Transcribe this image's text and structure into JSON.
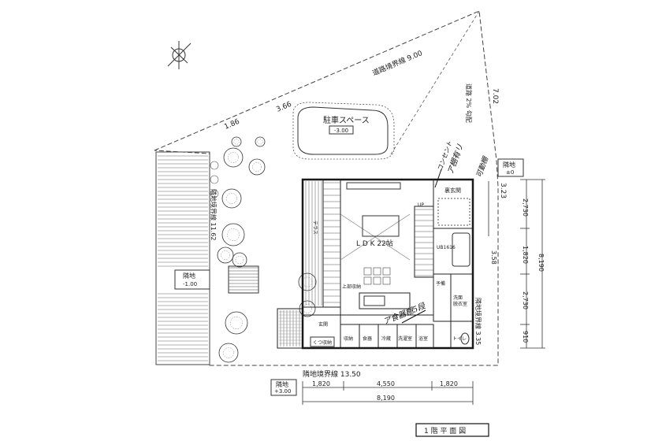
{
  "title_block": {
    "label": "1 階 平 面 図"
  },
  "site": {
    "road_boundary": "道路境界線 9.00",
    "neighbor_boundary_bottom": "隣地境界線 13.50",
    "neighbor_boundary_left": "隣地境界線 11.62",
    "neighbor_boundary_right": "隣地境界線 3.35",
    "road_slope": "道路 2% 勾配",
    "seg_186": "1.86",
    "seg_366": "3.66",
    "seg_702": "7.02",
    "seg_323": "3.23"
  },
  "parking": {
    "label": "駐車スペース",
    "level": "-3.00"
  },
  "neighbors": [
    {
      "name": "隣地",
      "level": "±0"
    },
    {
      "name": "隣地",
      "level": "-1.00"
    },
    {
      "name": "隣地",
      "level": "+3.00"
    }
  ],
  "rooms": {
    "ldk": "L D K  22帖",
    "entrance": "玄関",
    "shoe_storage": "くつ収納",
    "storage": "収納",
    "pantry": "食器",
    "fridge": "冷蔵",
    "laundry_room": "洗濯室",
    "bath": "浴室",
    "unit_bath": "UB1616",
    "washroom": "洗面\n脱衣室",
    "toilet": "トイレ",
    "reserve": "予備",
    "up": "UP",
    "counter": "上部収納",
    "back_door": "裏玄関",
    "terrace": "テラス"
  },
  "handnotes": {
    "note1": "コンセント",
    "note2": "ア棚有リ",
    "note3": "可動棚",
    "note4": "ア食器棚5段"
  },
  "dims_bottom": {
    "d1": "1,820",
    "d2": "4,550",
    "d3": "1,820",
    "total": "8,190"
  },
  "dims_right": {
    "d1": "2,730",
    "d2": "1,820",
    "d3": "2,730",
    "d4": "910",
    "total": "8,190",
    "d5": "3.58"
  }
}
